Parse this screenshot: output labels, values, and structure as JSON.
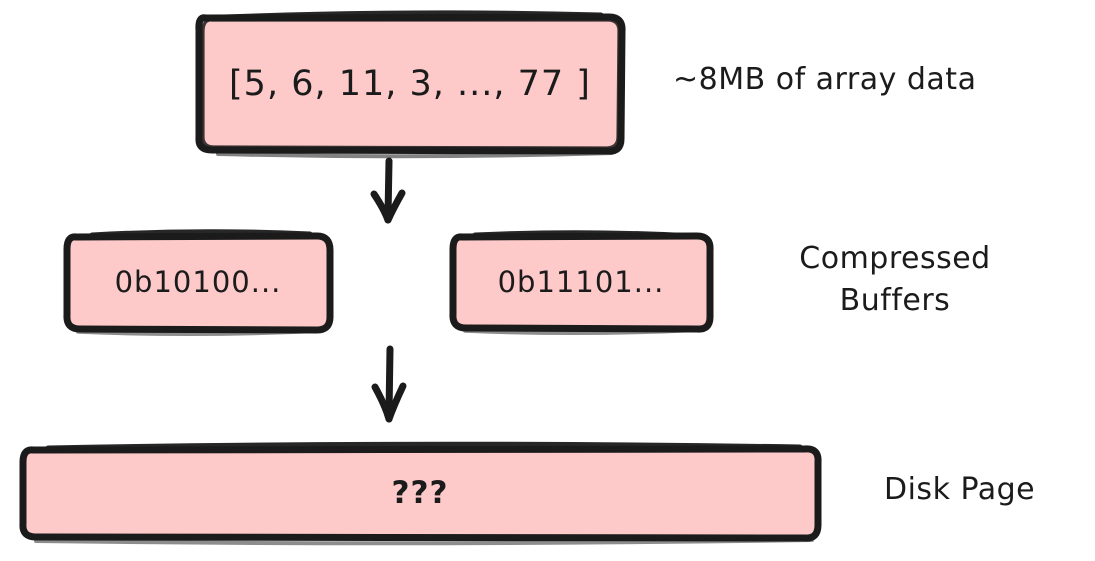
{
  "diagram": {
    "title": "compression to disk page diagram",
    "background_color": "#ffffff",
    "node_fill_color": "#fdc9c9",
    "stroke_color": "#1b1b1b",
    "nodes": [
      {
        "id": "array-box",
        "name": "array-data-box",
        "text": "[5, 6, 11, 3, ..., 77 ]"
      },
      {
        "id": "buffer-left",
        "name": "compressed-buffer-left-box",
        "text": "0b10100..."
      },
      {
        "id": "buffer-right",
        "name": "compressed-buffer-right-box",
        "text": "0b11101..."
      },
      {
        "id": "disk-box",
        "name": "disk-page-box",
        "text": "???"
      }
    ],
    "labels": [
      {
        "id": "label-array",
        "name": "array-data-annotation",
        "text": "~8MB of array data"
      },
      {
        "id": "label-buffers",
        "name": "compressed-buffers-annotation",
        "text": "Compressed\nBuffers"
      },
      {
        "id": "label-disk",
        "name": "disk-page-annotation",
        "text": "Disk Page"
      }
    ],
    "arrows": [
      {
        "id": "arrow-array-to-buffers",
        "name": "arrow-down-array-to-buffers",
        "direction": "down"
      },
      {
        "id": "arrow-buffers-to-disk",
        "name": "arrow-down-buffers-to-disk",
        "direction": "down"
      }
    ]
  }
}
